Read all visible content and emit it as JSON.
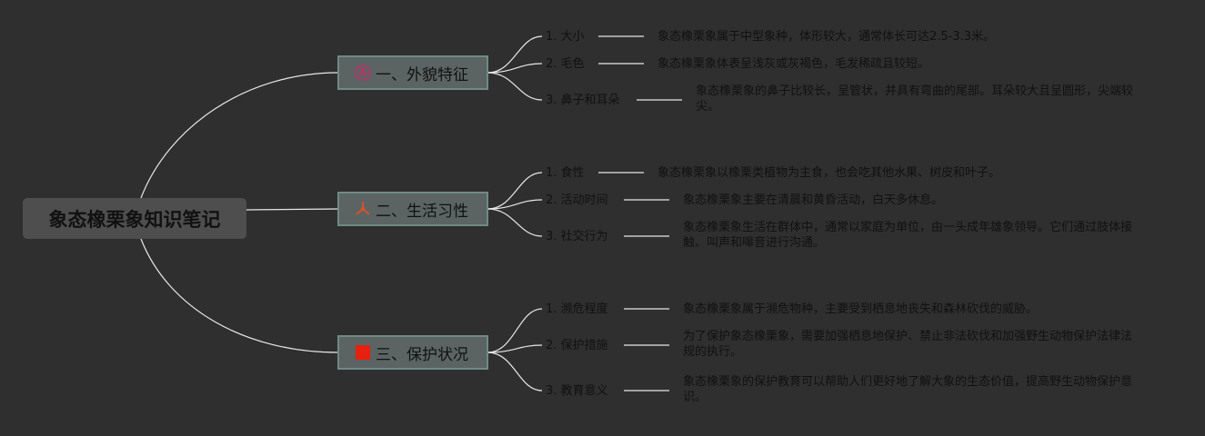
{
  "root": {
    "title": "象态橡栗象知识笔记"
  },
  "branches": [
    {
      "title": "一、外貌特征",
      "icon": "flower-icon",
      "icon_color": "#b8336a",
      "items": [
        {
          "label": "1. 大小",
          "desc": "象态橡栗象属于中型象种，体形较大，通常体长可达2.5-3.3米。"
        },
        {
          "label": "2. 毛色",
          "desc": "象态橡栗象体表呈浅灰或灰褐色，毛发稀疏且较短。"
        },
        {
          "label": "3. 鼻子和耳朵",
          "desc": "象态橡栗象的鼻子比较长，呈管状，并具有弯曲的尾部。耳朵较大且呈圆形，尖端较尖。"
        }
      ]
    },
    {
      "title": "二、生活习性",
      "icon": "tripod-icon",
      "icon_color": "#d8522a",
      "items": [
        {
          "label": "1. 食性",
          "desc": "象态橡栗象以橡栗类植物为主食，也会吃其他水果、树皮和叶子。"
        },
        {
          "label": "2. 活动时间",
          "desc": "象态橡栗象主要在清晨和黄昏活动，白天多休息。"
        },
        {
          "label": "3. 社交行为",
          "desc": "象态橡栗象生活在群体中，通常以家庭为单位，由一头成年雄象领导。它们通过肢体接触、叫声和嗥音进行沟通。"
        }
      ]
    },
    {
      "title": "三、保护状况",
      "icon": "red-square-icon",
      "icon_color": "#e8200f",
      "items": [
        {
          "label": "1. 濒危程度",
          "desc": "象态橡栗象属于濒危物种，主要受到栖息地丧失和森林砍伐的威胁。"
        },
        {
          "label": "2. 保护措施",
          "desc": "为了保护象态橡栗象，需要加强栖息地保护、禁止非法砍伐和加强野生动物保护法律法规的执行。"
        },
        {
          "label": "3. 教育意义",
          "desc": "象态橡栗象的保护教育可以帮助人们更好地了解大象的生态价值，提高野生动物保护意识。"
        }
      ]
    }
  ],
  "colors": {
    "background": "#2f2f2f",
    "line": "#e8e8e8",
    "root_fill": "#4e4e4e",
    "branch_fill": "#5b6462",
    "branch_border": "#6f8a84",
    "text": "#111111"
  }
}
